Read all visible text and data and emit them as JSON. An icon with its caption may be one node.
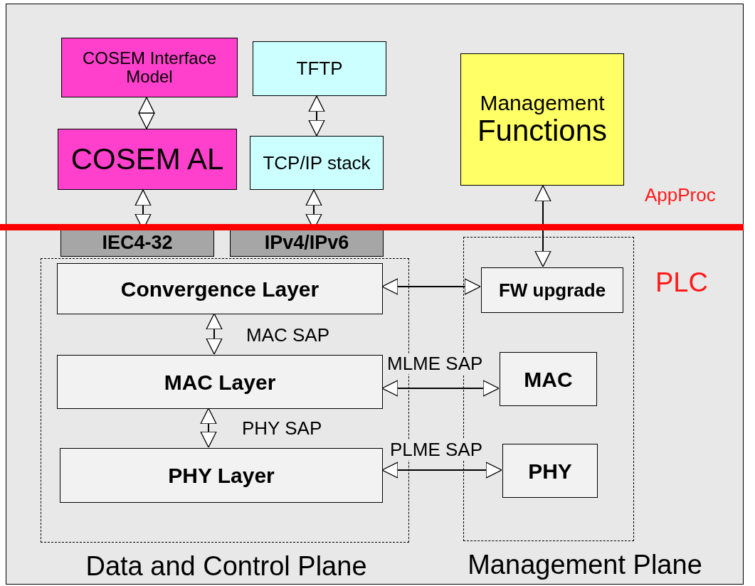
{
  "diagram": {
    "nodes": [
      {
        "text": [
          "COSEM Interface Model"
        ]
      },
      {
        "text": [
          "TFTP"
        ]
      },
      {
        "text": [
          "Management",
          "Functions"
        ]
      },
      {
        "text": [
          "COSEM AL"
        ]
      },
      {
        "text": [
          "TCP/IP stack"
        ]
      },
      {
        "text": [
          "IEC4-32"
        ]
      },
      {
        "text": [
          "IPv4/IPv6"
        ]
      },
      {
        "text": [
          "Data and Control Plane"
        ]
      },
      {
        "text": [
          "Convergence Layer"
        ],
        "in": 7
      },
      {
        "text": [
          "MAC Layer"
        ],
        "in": 7
      },
      {
        "text": [
          "PHY Layer"
        ],
        "in": 7
      },
      {
        "text": [
          "Management Plane"
        ]
      },
      {
        "text": [
          "FW upgrade"
        ],
        "in": 11
      },
      {
        "text": [
          "MAC"
        ],
        "in": 11
      },
      {
        "text": [
          "PHY"
        ],
        "in": 11
      }
    ],
    "edges": [
      {
        "from": 0,
        "to": 3,
        "arrow": "both"
      },
      {
        "from": 1,
        "to": 4,
        "arrow": "both"
      },
      {
        "from": 3,
        "to": 5,
        "arrow": "both"
      },
      {
        "from": 4,
        "to": 6,
        "arrow": "both"
      },
      {
        "from": 2,
        "to": 12,
        "arrow": "both"
      },
      {
        "from": 8,
        "to": 12,
        "arrow": "both"
      },
      {
        "from": 8,
        "to": 9,
        "arrow": "both",
        "label": "MAC SAP"
      },
      {
        "from": 9,
        "to": 10,
        "arrow": "both",
        "label": "PHY SAP"
      },
      {
        "from": 9,
        "to": 13,
        "arrow": "both",
        "label": "MLME SAP"
      },
      {
        "from": 10,
        "to": 14,
        "arrow": "both",
        "label": "PLME SAP"
      }
    ],
    "labels": [
      "AppProc",
      "PLC"
    ]
  }
}
